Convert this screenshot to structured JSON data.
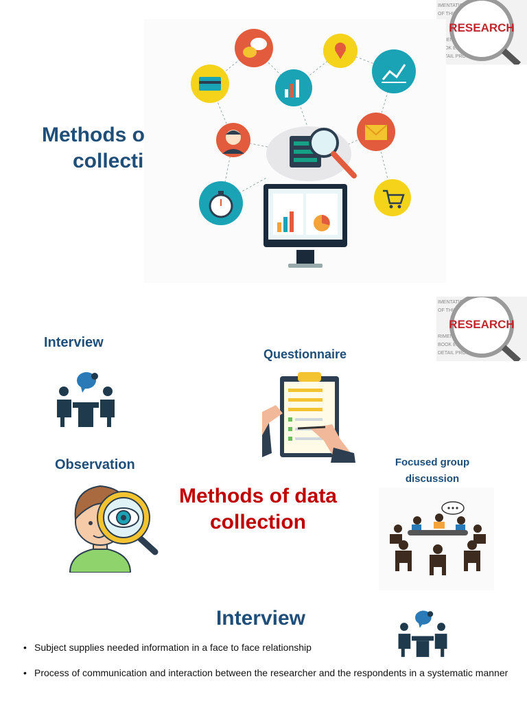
{
  "slide1": {
    "title": "Methods of data collection",
    "badge_text": "RESEARCH"
  },
  "slide2": {
    "title": "Methods of data collection",
    "badge_text": "RESEARCH",
    "methods": {
      "interview": "Interview",
      "questionnaire": "Questionnaire",
      "observation": "Observation",
      "focused_group_line1": "Focused group",
      "focused_group_line2": "discussion"
    }
  },
  "slide3": {
    "title": "Interview",
    "bullets": [
      "Subject supplies needed information in a face to face relationship",
      "Process of communication and interaction between the researcher and the respondents in a systematic manner"
    ]
  },
  "colors": {
    "title_blue": "#1f4e79",
    "title_red": "#c00000"
  }
}
